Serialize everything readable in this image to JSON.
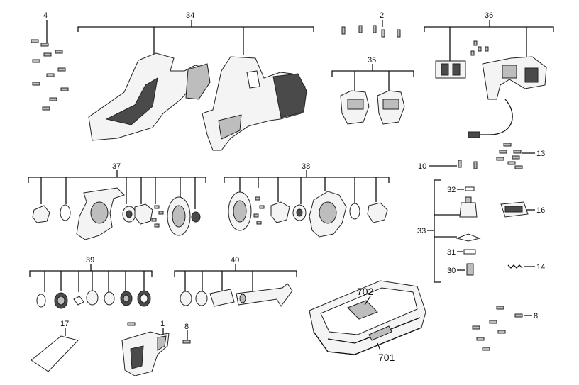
{
  "labels": {
    "p1": "1",
    "p2": "2",
    "p4": "4",
    "p8a": "8",
    "p8b": "8",
    "p10": "10",
    "p13": "13",
    "p14": "14",
    "p16": "16",
    "p17": "17",
    "p30": "30",
    "p31": "31",
    "p32": "32",
    "p33": "33",
    "p34": "34",
    "p35": "35",
    "p36": "36",
    "p37": "37",
    "p38": "38",
    "p39": "39",
    "p40": "40",
    "p701": "701",
    "p702": "702"
  },
  "colors": {
    "line": "#111111",
    "part_fill": "#f4f4f4",
    "dark_fill": "#4a4a4a"
  }
}
